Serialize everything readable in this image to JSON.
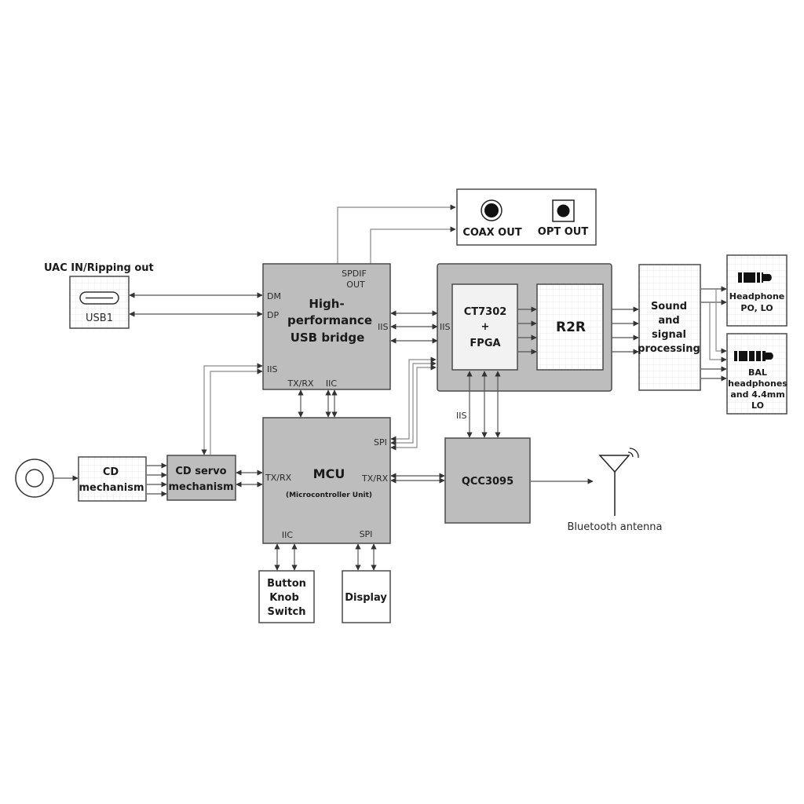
{
  "title_labels": {
    "usb_header": "UAC IN/Ripping out"
  },
  "blocks": {
    "usb1": {
      "label": "USB1"
    },
    "spdif_out": {
      "coax": "COAX OUT",
      "opt": "OPT OUT"
    },
    "usb_bridge": {
      "line1": "High-",
      "line2": "performance",
      "line3": "USB bridge",
      "ports": {
        "spdif1": "SPDIF",
        "spdif2": "OUT",
        "dm": "DM",
        "dp": "DP",
        "iis_right": "IIS",
        "iis_left": "IIS",
        "txrx": "TX/RX",
        "iic": "IIC"
      }
    },
    "dac_module": {
      "chip_line1": "CT7302",
      "chip_line2": "+",
      "chip_line3": "FPGA",
      "r2r": "R2R",
      "iis_port": "IIS"
    },
    "sound_processing": {
      "line1": "Sound",
      "line2": "and",
      "line3": "signal",
      "line4": "processing"
    },
    "headphone_po": {
      "line1": "Headphone",
      "line2": "PO, LO"
    },
    "bal_headphones": {
      "line1": "BAL",
      "line2": "headphones",
      "line3": "and 4.4mm",
      "line4": "LO"
    },
    "cd_mechanism": {
      "line1": "CD",
      "line2": "mechanism"
    },
    "cd_servo": {
      "line1": "CD servo",
      "line2": "mechanism"
    },
    "mcu": {
      "title": "MCU",
      "subtitle": "(Microcontroller Unit)",
      "ports": {
        "spi_right": "SPI",
        "txrx_left": "TX/RX",
        "txrx_right": "TX/RX",
        "iic_bottom": "IIC",
        "spi_bottom": "SPI"
      }
    },
    "qcc": {
      "label": "QCC3095",
      "iis_label": "IIS"
    },
    "antenna": {
      "label": "Bluetooth antenna"
    },
    "button_knob": {
      "line1": "Button",
      "line2": "Knob",
      "line3": "Switch"
    },
    "display": {
      "label": "Display"
    }
  }
}
